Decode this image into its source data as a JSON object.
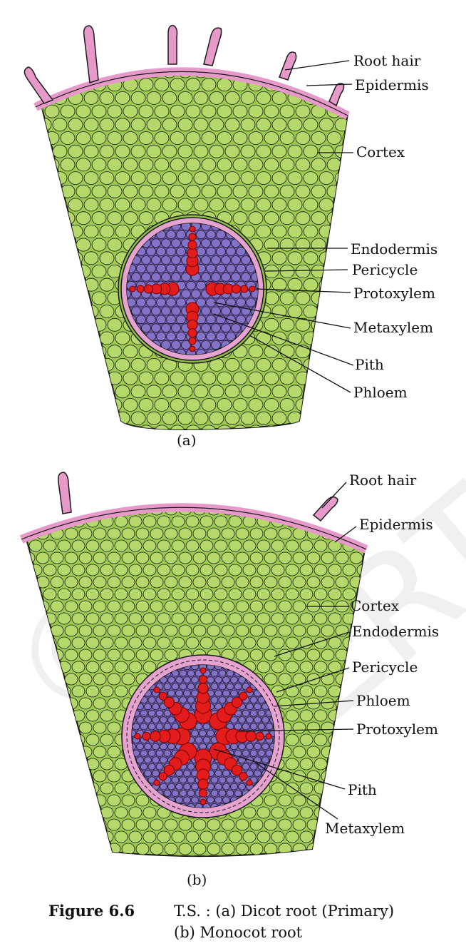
{
  "diagram_a": {
    "sublabel": "(a)",
    "labels": [
      "Root hair",
      "Epidermis",
      "Cortex",
      "Endodermis",
      "Pericycle",
      "Protoxylem",
      "Metaxylem",
      "Pith",
      "Phloem"
    ]
  },
  "diagram_b": {
    "sublabel": "(b)",
    "labels": [
      "Root hair",
      "Epidermis",
      "Cortex",
      "Endodermis",
      "Pericycle",
      "Phloem",
      "Protoxylem",
      "Pith",
      "Metaxylem"
    ]
  },
  "caption": {
    "figure": "Figure 6.6",
    "line1": "T.S. : (a) Dicot root (Primary)",
    "line2": "(b) Monocot root"
  },
  "watermark": "NCERT not to be republished",
  "colors": {
    "cortex_fill": "#9ccb4e",
    "cortex_cell": "#b5d86a",
    "epidermis": "#e79ac9",
    "pericycle": "#e6a3cf",
    "stele": "#6f58b8",
    "xylem": "#e21b1b",
    "outline": "#1a1a1a"
  }
}
